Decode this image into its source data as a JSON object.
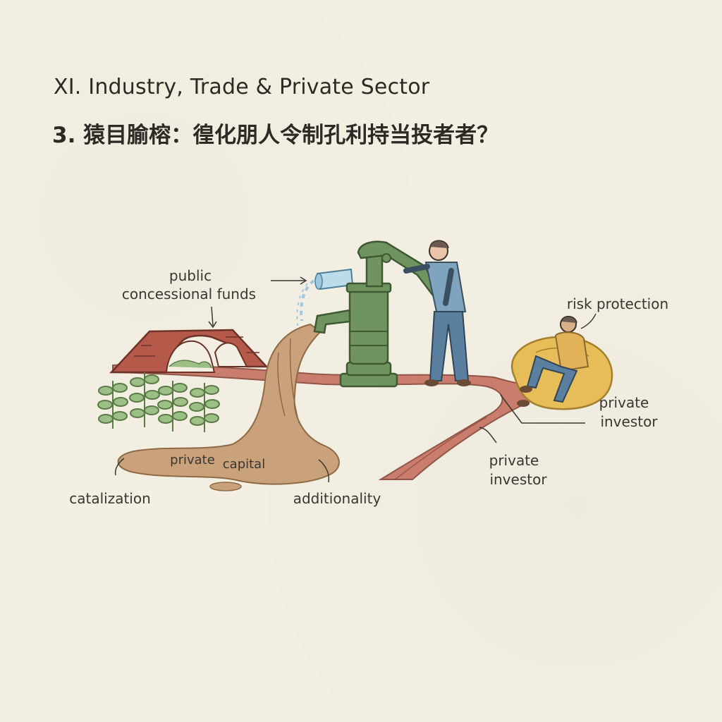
{
  "heading": "XI. Industry, Trade & Private Sector",
  "title": "3. 猿目腧榕：徨化朋人令制孔利持当投者者？",
  "labels": {
    "public_funds_line1": "public",
    "public_funds_line2": "concessional funds",
    "risk_protection": "risk protection",
    "private_investor_right_line1": "private",
    "private_investor_right_line2": "investor",
    "private_investor_bottom_line1": "private",
    "private_investor_bottom_line2": "investor",
    "private_capital_1": "private",
    "private_capital_2": "capital",
    "catalization": "catalization",
    "additionality": "additionality"
  },
  "colors": {
    "background": "#f3efe3",
    "pump_green": "#6f9460",
    "bridge_red": "#b5594a",
    "path_red": "#c77463",
    "mud_brown": "#c9a27c",
    "beanbag_yellow": "#e7bd5a",
    "water_blue": "#9ec8de",
    "shirt_blue": "#7fa4bd",
    "jeans_blue": "#5b7f9e",
    "sweater_yellow": "#e2b259"
  },
  "icons": [
    "water-pump-icon",
    "bucket-icon",
    "bridge-icon",
    "seedling-icon",
    "beanbag-icon",
    "person-icon"
  ]
}
